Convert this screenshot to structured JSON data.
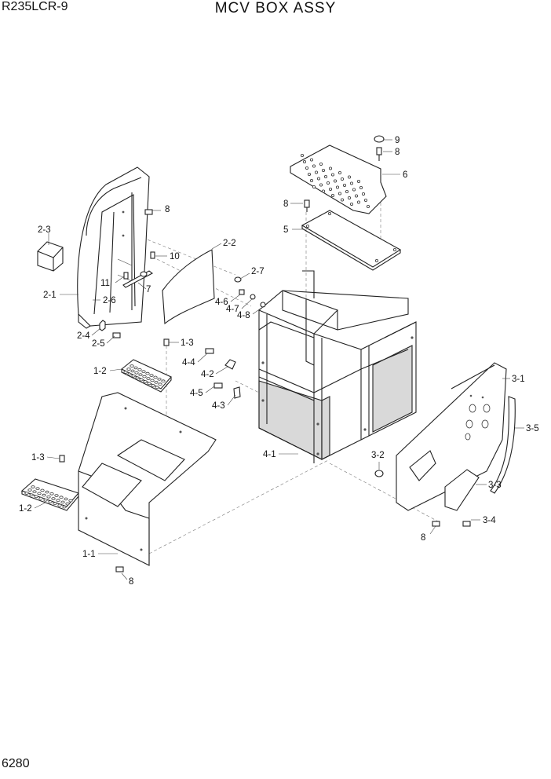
{
  "header": {
    "model": "R235LCR-9",
    "title": "MCV BOX ASSY"
  },
  "footer": {
    "page_number": "6280"
  },
  "callouts": {
    "c9": "9",
    "c8a": "8",
    "c6": "6",
    "c8b": "8",
    "c5": "5",
    "c8c": "8",
    "c10": "10",
    "c2_3": "2-3",
    "c2_2": "2-2",
    "c2_7": "2-7",
    "c11": "11",
    "c7": "7",
    "c2_1": "2-1",
    "c2_6": "2-6",
    "c4_6": "4-6",
    "c4_7": "4-7",
    "c4_8": "4-8",
    "c2_4": "2-4",
    "c2_5": "2-5",
    "c1_3a": "1-3",
    "c4_4": "4-4",
    "c4_2": "4-2",
    "c1_2a": "1-2",
    "c4_5": "4-5",
    "c4_3": "4-3",
    "c3_1": "3-1",
    "c3_5": "3-5",
    "c4_1": "4-1",
    "c3_2": "3-2",
    "c1_3b": "1-3",
    "c3_3": "3-3",
    "c1_2b": "1-2",
    "c3_4": "3-4",
    "c8d": "8",
    "c1_1": "1-1",
    "c8e": "8"
  }
}
